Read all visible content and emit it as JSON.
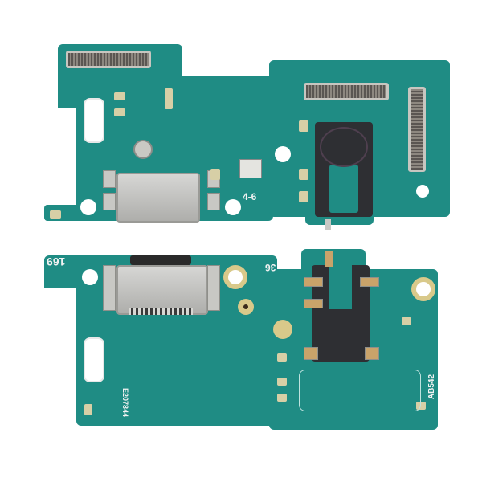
{
  "image": {
    "subject": "Charging port flex board (USB-C + headphone jack), front and back views",
    "background_color": "#ffffff",
    "pcb_color": "#1f8c84"
  },
  "top_board": {
    "view": "front",
    "silkscreen": [
      "4-6"
    ],
    "components": [
      "btb-connector-left",
      "btb-connector-right",
      "btb-connector-vertical",
      "usb-c-port",
      "headphone-jack",
      "coax-antenna-connector"
    ]
  },
  "bottom_board": {
    "view": "back",
    "silkscreen": [
      "169",
      "36",
      "E207844",
      "AB542"
    ],
    "components": [
      "usb-c-port",
      "headphone-jack",
      "microphone",
      "mounting-pads"
    ]
  }
}
